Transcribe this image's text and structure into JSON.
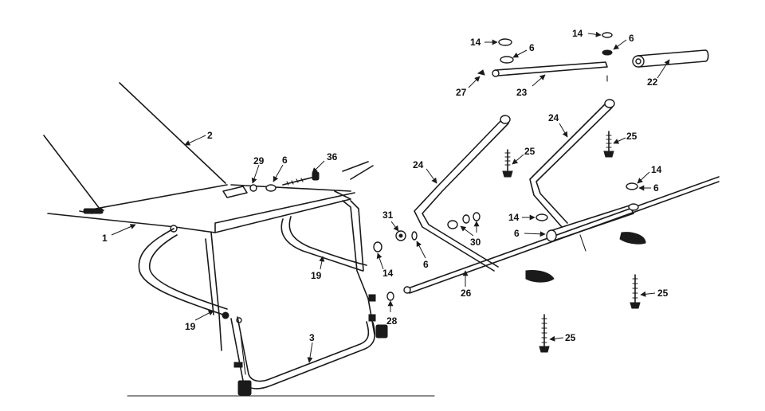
{
  "callouts": {
    "c1": "1",
    "c2": "2",
    "c3": "3",
    "c6a": "6",
    "c6b": "6",
    "c6c": "6",
    "c6d": "6",
    "c6e": "6",
    "c6f": "6",
    "c14a": "14",
    "c14b": "14",
    "c14c": "14",
    "c14d": "14",
    "c14e": "14",
    "c19a": "19",
    "c19b": "19",
    "c22": "22",
    "c23": "23",
    "c24a": "24",
    "c24b": "24",
    "c25a": "25",
    "c25b": "25",
    "c25c": "25",
    "c25d": "25",
    "c26": "26",
    "c27": "27",
    "c28": "28",
    "c29": "29",
    "c30": "30",
    "c31": "31",
    "c36": "36"
  }
}
